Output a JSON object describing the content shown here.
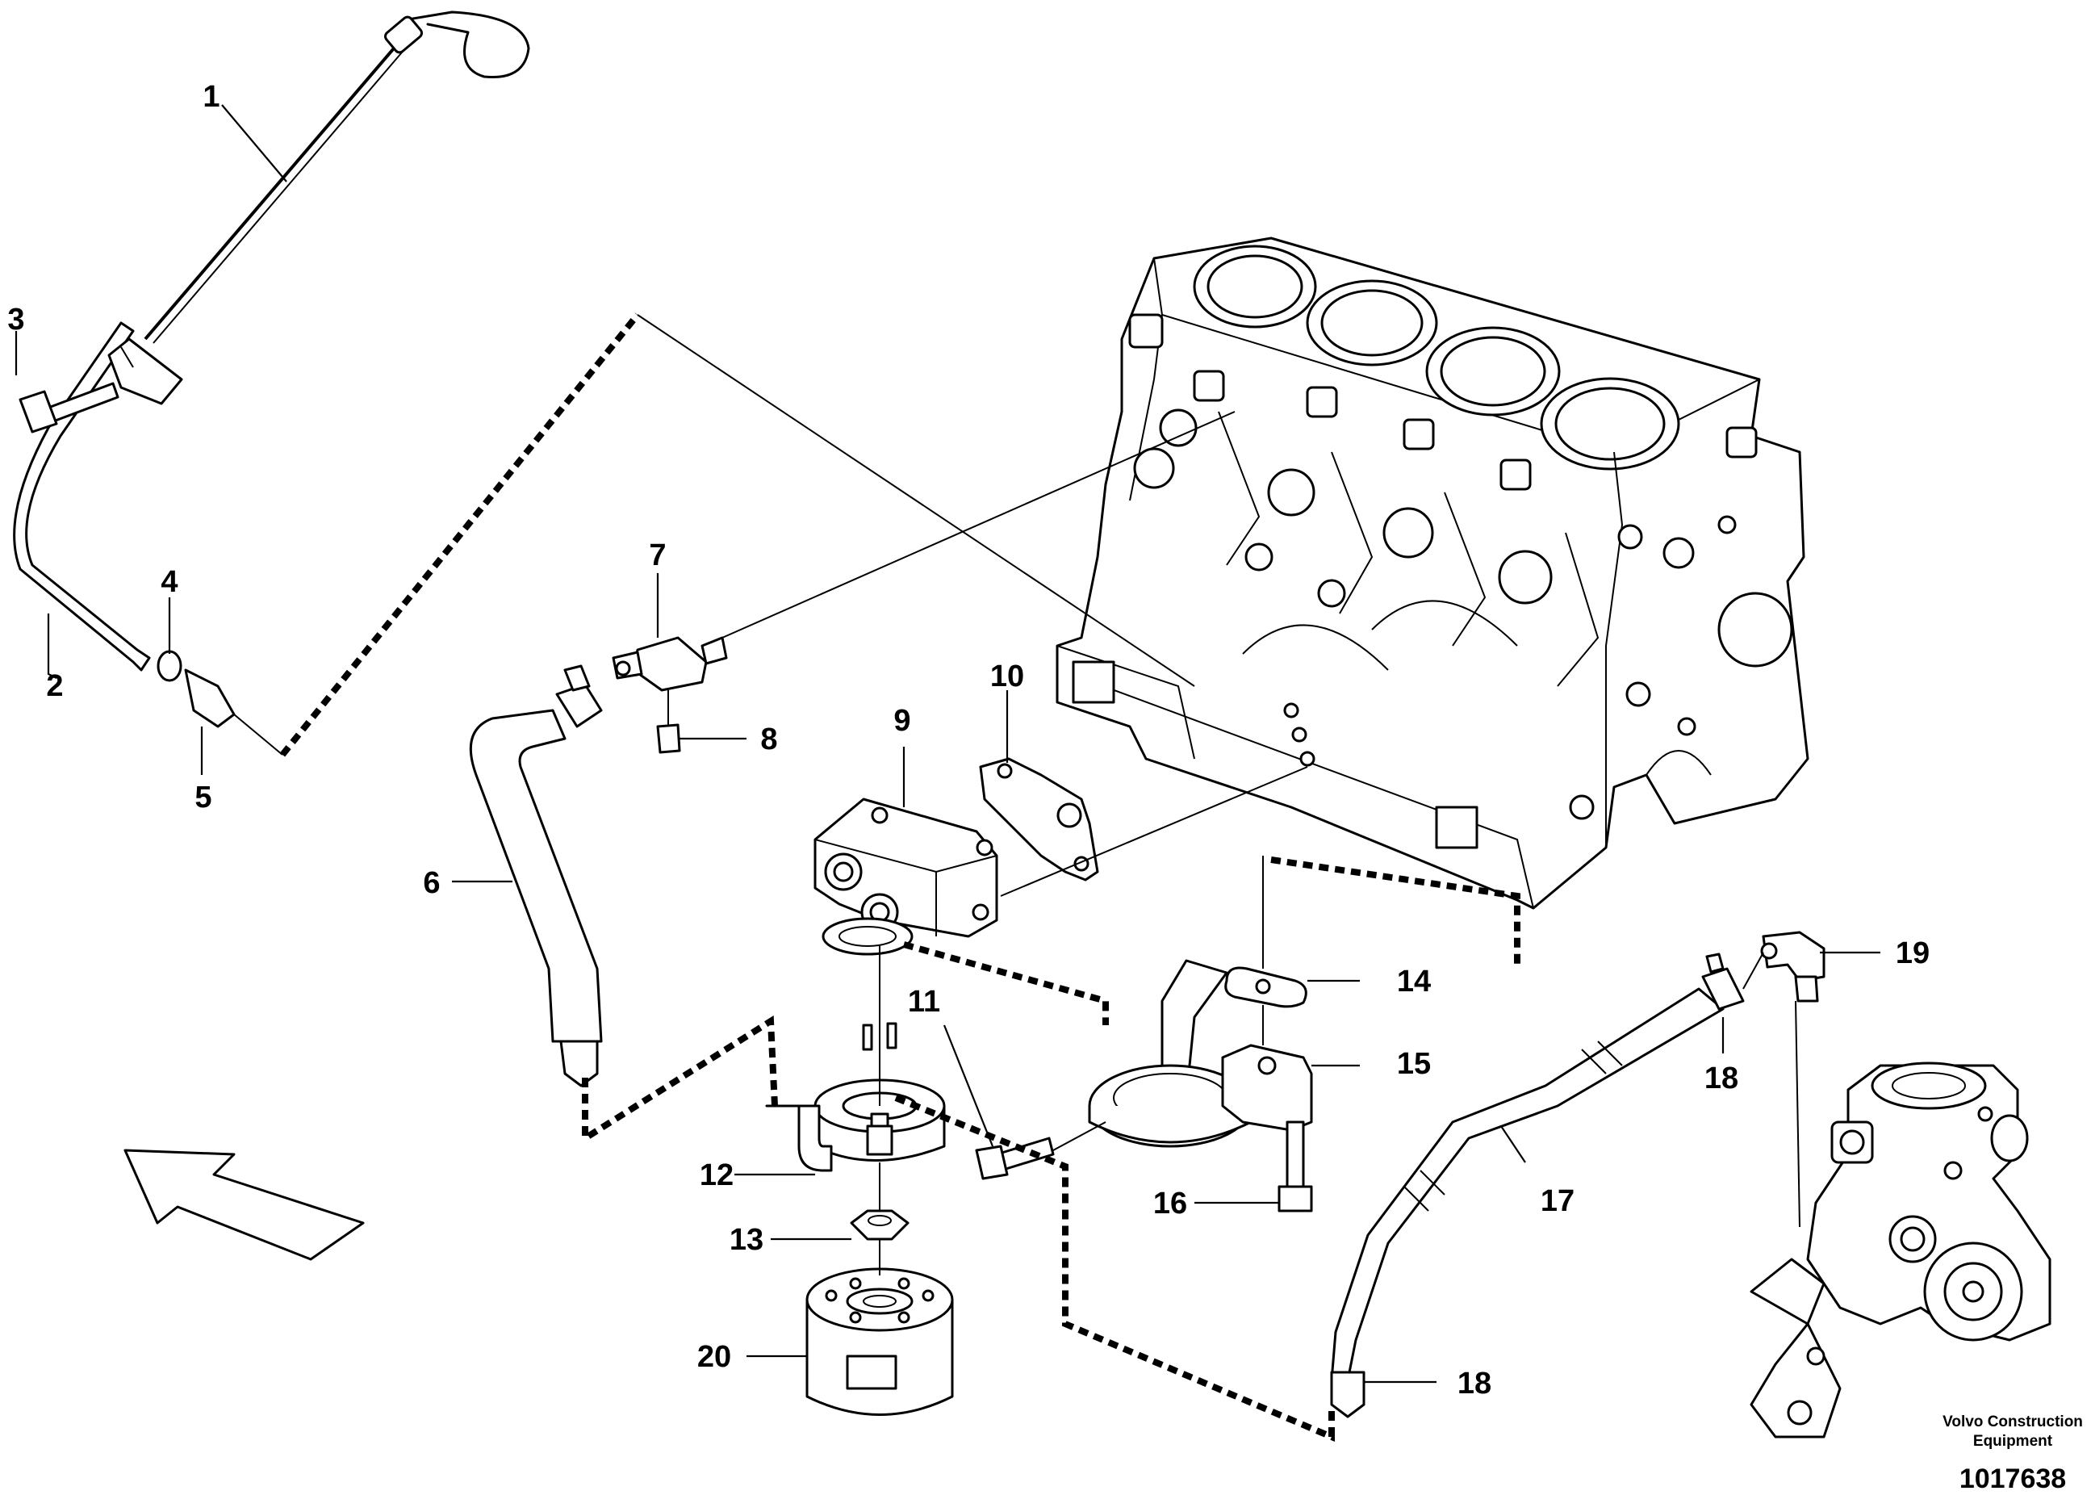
{
  "callouts": [
    {
      "id": "1",
      "label": "1"
    },
    {
      "id": "2",
      "label": "2"
    },
    {
      "id": "3",
      "label": "3"
    },
    {
      "id": "4",
      "label": "4"
    },
    {
      "id": "5",
      "label": "5"
    },
    {
      "id": "6",
      "label": "6"
    },
    {
      "id": "7",
      "label": "7"
    },
    {
      "id": "8",
      "label": "8"
    },
    {
      "id": "9",
      "label": "9"
    },
    {
      "id": "10",
      "label": "10"
    },
    {
      "id": "11",
      "label": "11"
    },
    {
      "id": "12",
      "label": "12"
    },
    {
      "id": "13",
      "label": "13"
    },
    {
      "id": "14",
      "label": "14"
    },
    {
      "id": "15",
      "label": "15"
    },
    {
      "id": "16",
      "label": "16"
    },
    {
      "id": "17",
      "label": "17"
    },
    {
      "id": "18a",
      "label": "18"
    },
    {
      "id": "18b",
      "label": "18"
    },
    {
      "id": "19",
      "label": "19"
    },
    {
      "id": "20",
      "label": "20"
    }
  ],
  "credit": {
    "line1": "Volvo Construction",
    "line2": "Equipment"
  },
  "document_number": "1017638"
}
